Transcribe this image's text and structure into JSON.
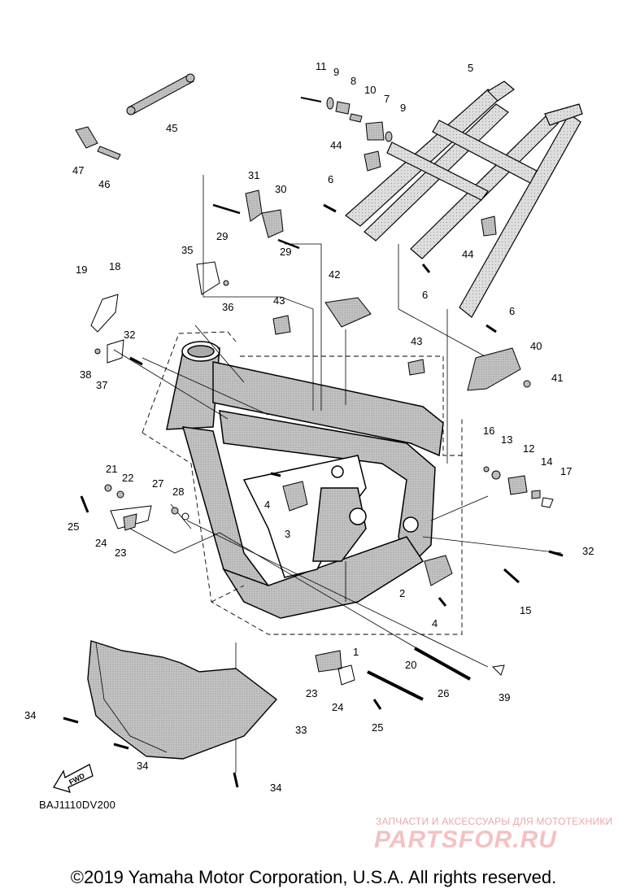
{
  "callouts": {
    "c1": "1",
    "c2": "2",
    "c3": "3",
    "c4a": "4",
    "c4b": "4",
    "c5": "5",
    "c6a": "6",
    "c6b": "6",
    "c6c": "6",
    "c7": "7",
    "c8": "8",
    "c9a": "9",
    "c9b": "9",
    "c10": "10",
    "c11": "11",
    "c12": "12",
    "c13": "13",
    "c14": "14",
    "c15": "15",
    "c16": "16",
    "c17": "17",
    "c18": "18",
    "c19": "19",
    "c20": "20",
    "c21": "21",
    "c22": "22",
    "c23a": "23",
    "c23b": "23",
    "c24a": "24",
    "c24b": "24",
    "c25a": "25",
    "c25b": "25",
    "c26": "26",
    "c27": "27",
    "c28": "28",
    "c29a": "29",
    "c29b": "29",
    "c30": "30",
    "c31": "31",
    "c32a": "32",
    "c32b": "32",
    "c33": "33",
    "c34a": "34",
    "c34b": "34",
    "c34c": "34",
    "c35": "35",
    "c36": "36",
    "c37": "37",
    "c38": "38",
    "c39": "39",
    "c40": "40",
    "c41": "41",
    "c42": "42",
    "c43a": "43",
    "c43b": "43",
    "c44a": "44",
    "c44b": "44",
    "c45": "45",
    "c46": "46",
    "c47": "47"
  },
  "fwd_label": "FWD",
  "drawing_code": "BAJ1110DV200",
  "watermark": {
    "line1": "ЗАПЧАСТИ И АКСЕССУАРЫ ДЛЯ МОТОТЕХНИКИ",
    "logo": "PARTSFOR.RU"
  },
  "copyright": "©2019 Yamaha Motor Corporation, U.S.A. All rights reserved.",
  "colors": {
    "ink": "#000000",
    "part_fill": "#c8c8c8",
    "part_dark": "#8c8c8c",
    "watermark": "#ee8f8f"
  }
}
